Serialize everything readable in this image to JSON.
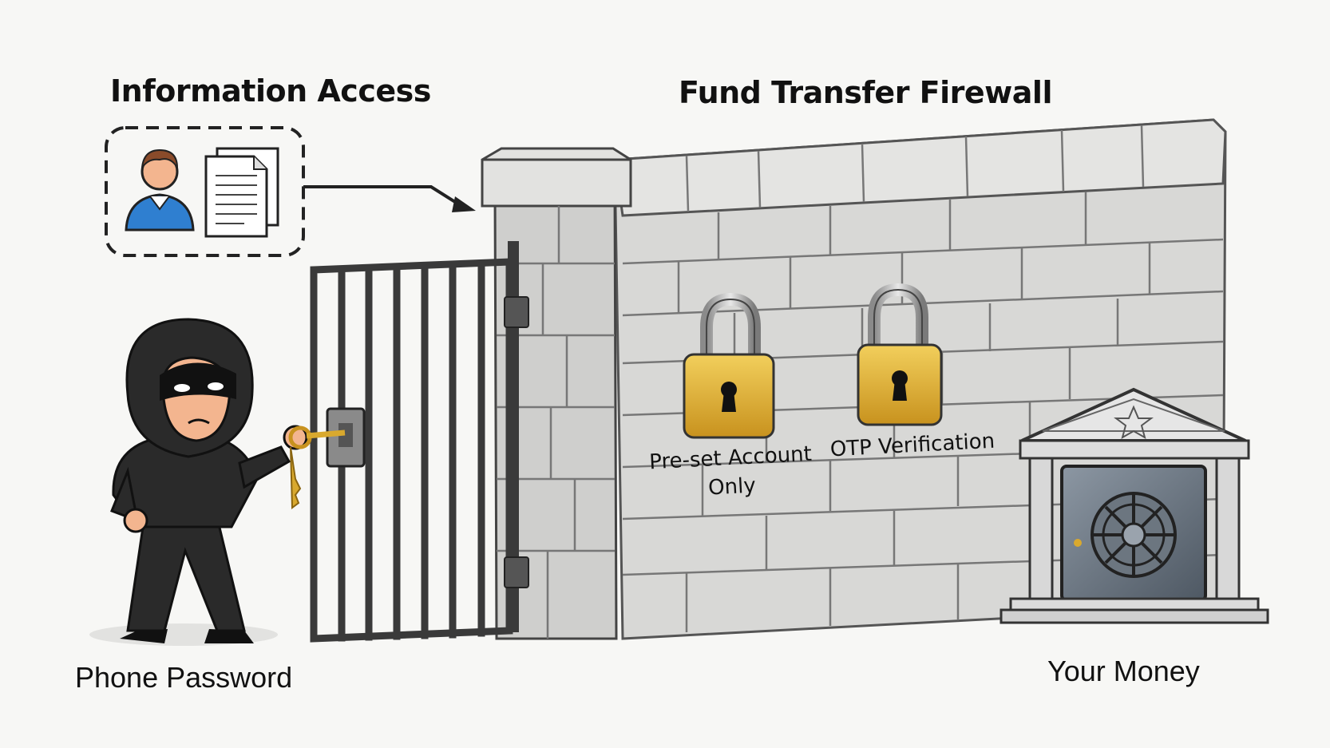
{
  "labels": {
    "information_access": "Information Access",
    "firewall_title": "Fund Transfer Firewall",
    "phone_password": "Phone Password",
    "your_money": "Your Money",
    "lock1_line1": "Pre-set Account",
    "lock1_line2": "Only",
    "lock2": "OTP Verification"
  },
  "icons": {
    "person": "person-icon",
    "documents": "document-icon",
    "arrow": "arrow-icon",
    "thief": "thief-icon",
    "key": "key-icon",
    "gate": "gate-icon",
    "wall": "stone-wall",
    "lock1": "padlock-icon",
    "lock2": "padlock-icon",
    "bank": "bank-vault-icon"
  },
  "colors": {
    "wall": "#d9d9d7",
    "gold": "#d9a92e",
    "person_shirt": "#2f7fd0",
    "thief": "#2a2a2a"
  }
}
